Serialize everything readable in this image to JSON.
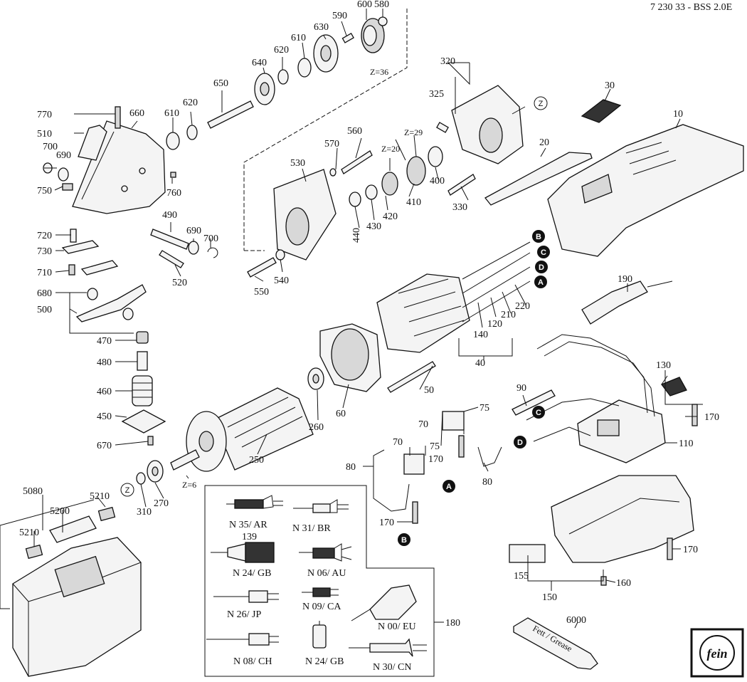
{
  "doc_code": "7 230 33 - BSS 2.0E",
  "logo_text": "fein",
  "grease_text": "Fett / Grease",
  "gear_teeth": {
    "g600": "Z=36",
    "g410": "Z=29",
    "g420": "Z=20",
    "g250": "Z=6"
  },
  "callouts": {
    "A": "A",
    "B": "B",
    "C": "C",
    "D": "D",
    "Z": "Z"
  },
  "parts": {
    "p10": "10",
    "p20": "20",
    "p30": "30",
    "p40": "40",
    "p50": "50",
    "p60": "60",
    "p70a": "70",
    "p70b": "70",
    "p75a": "75",
    "p75b": "75",
    "p80a": "80",
    "p80b": "80",
    "p90": "90",
    "p110": "110",
    "p120": "120",
    "p130": "130",
    "p139": "139",
    "p140": "140",
    "p150": "150",
    "p155": "155",
    "p160": "160",
    "p170a": "170",
    "p170b": "170",
    "p170c": "170",
    "p170d": "170",
    "p180": "180",
    "p190": "190",
    "p210": "210",
    "p220": "220",
    "p250": "250",
    "p260": "260",
    "p270": "270",
    "p310": "310",
    "p320": "320",
    "p325": "325",
    "p330": "330",
    "p400": "400",
    "p410": "410",
    "p420": "420",
    "p430": "430",
    "p440": "440",
    "p450": "450",
    "p460": "460",
    "p470": "470",
    "p480": "480",
    "p490": "490",
    "p500": "500",
    "p510": "510",
    "p520": "520",
    "p530": "530",
    "p540": "540",
    "p550": "550",
    "p560": "560",
    "p570": "570",
    "p580": "580",
    "p590": "590",
    "p600": "600",
    "p610a": "610",
    "p610b": "610",
    "p620a": "620",
    "p620b": "620",
    "p630": "630",
    "p640": "640",
    "p650": "650",
    "p660": "660",
    "p670": "670",
    "p680": "680",
    "p690a": "690",
    "p690b": "690",
    "p700a": "700",
    "p700b": "700",
    "p710": "710",
    "p720": "720",
    "p730": "730",
    "p750": "750",
    "p760": "760",
    "p770": "770",
    "p5080": "5080",
    "p5200": "5200",
    "p5210a": "5210",
    "p5210b": "5210",
    "p6000": "6000"
  },
  "plugs": {
    "ar": "N 35/ AR",
    "br": "N 31/ BR",
    "gb1": "N 24/ GB",
    "au": "N 06/ AU",
    "jp": "N 26/ JP",
    "ca": "N 09/ CA",
    "eu": "N 00/ EU",
    "ch": "N 08/ CH",
    "gb2": "N 24/ GB",
    "cn": "N 30/ CN"
  }
}
